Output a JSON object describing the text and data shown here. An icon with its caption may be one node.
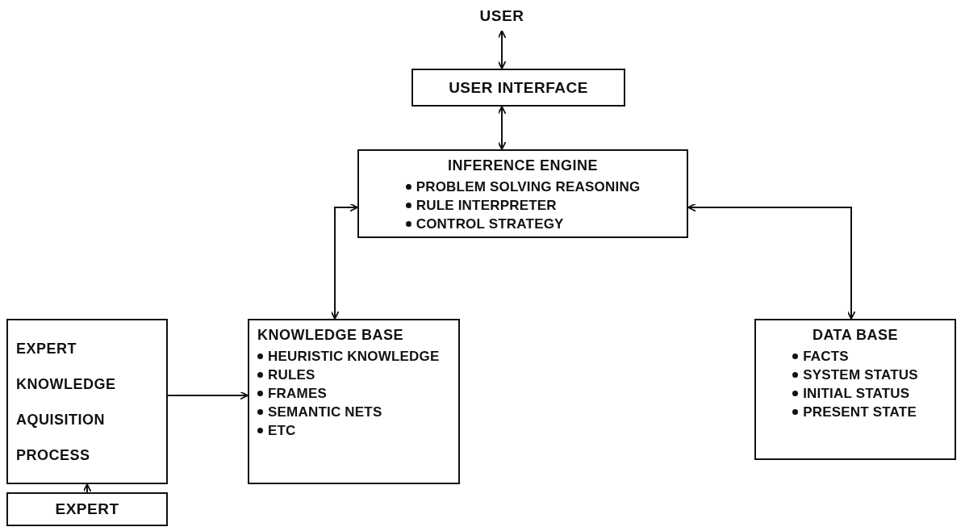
{
  "diagram": {
    "nodes": [
      {
        "text": [
          "USER"
        ]
      },
      {
        "text": [
          "USER INTERFACE"
        ]
      },
      {
        "text": [
          "INFERENCE ENGINE",
          "PROBLEM SOLVING REASONING",
          "RULE INTERPRETER",
          "CONTROL STRATEGY"
        ]
      },
      {
        "text": [
          "EXPERT KNOWLEDGE AQUISITION PROCESS"
        ]
      },
      {
        "text": [
          "KNOWLEDGE BASE",
          "HEURISTIC KNOWLEDGE",
          "RULES",
          "FRAMES",
          "SEMANTIC NETS",
          "ETC"
        ]
      },
      {
        "text": [
          "DATA BASE",
          "FACTS",
          "SYSTEM STATUS",
          "INITIAL STATUS",
          "PRESENT STATE"
        ]
      },
      {
        "text": [
          "EXPERT"
        ]
      }
    ],
    "edges": [
      {
        "from": 0,
        "to": 1,
        "arrow": "both"
      },
      {
        "from": 1,
        "to": 2,
        "arrow": "both"
      },
      {
        "from": 2,
        "to": 4,
        "arrow": "both"
      },
      {
        "from": 2,
        "to": 5,
        "arrow": "both"
      },
      {
        "from": 3,
        "to": 4,
        "arrow": "to"
      },
      {
        "from": 6,
        "to": 3,
        "arrow": "to"
      }
    ]
  }
}
